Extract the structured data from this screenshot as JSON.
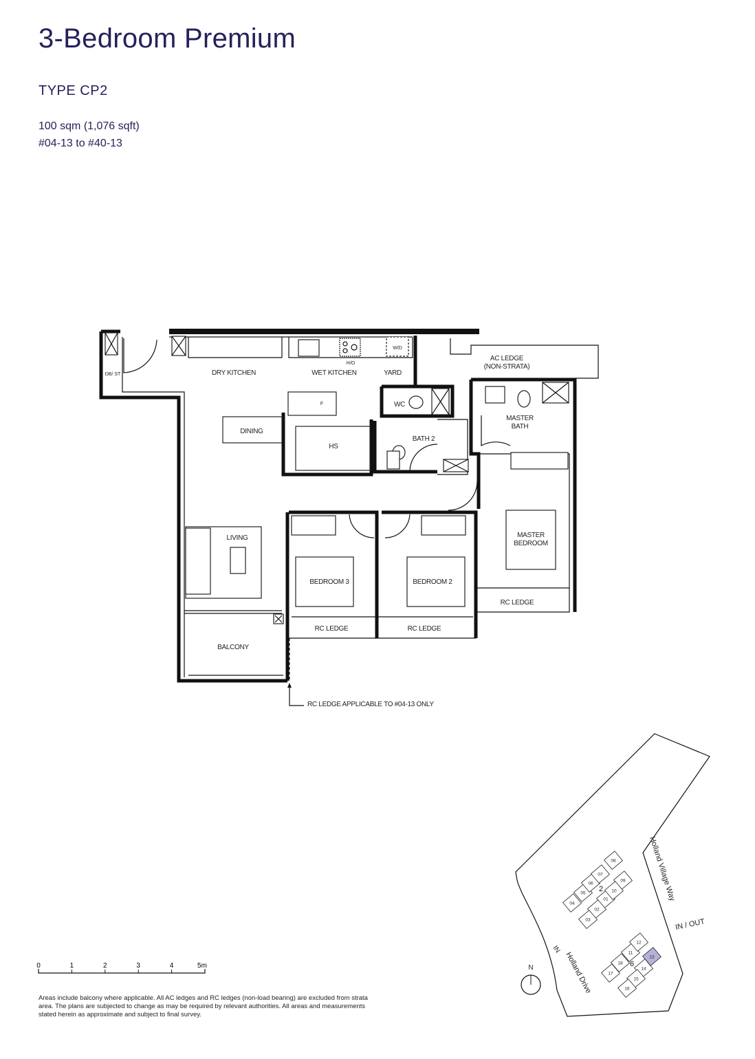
{
  "header": {
    "title": "3-Bedroom Premium",
    "type": "TYPE CP2",
    "area": "100 sqm (1,076 sqft)",
    "units": "#04-13 to #40-13"
  },
  "colors": {
    "heading": "#24215a",
    "highlight": "#b4b1da"
  },
  "plan": {
    "rooms": {
      "db_st": "DB/ ST",
      "dry_kitchen": "DRY KITCHEN",
      "wet_kitchen": "WET KITCHEN",
      "yard": "YARD",
      "wd": "W/D",
      "ho": "H/O",
      "ac_ledge_1": "AC LEDGE",
      "ac_ledge_2": "(NON-STRATA)",
      "wc": "WC",
      "fridge": "F",
      "dining": "DINING",
      "hs": "HS",
      "bath2": "BATH 2",
      "master_bath_1": "MASTER",
      "master_bath_2": "BATH",
      "living": "LIVING",
      "bedroom3": "BEDROOM 3",
      "bedroom2": "BEDROOM 2",
      "master_bedroom_1": "MASTER",
      "master_bedroom_2": "BEDROOM",
      "rc_ledge_master": "RC LEDGE",
      "rc_ledge_b3": "RC LEDGE",
      "rc_ledge_b2": "RC LEDGE",
      "balcony": "BALCONY"
    },
    "note": "RC LEDGE APPLICABLE TO #04-13 ONLY"
  },
  "site_map": {
    "roads": {
      "holland_village_way": "Holland Village Way",
      "holland_drive": "Holland Drive"
    },
    "entrances": {
      "in": "IN",
      "in_out": "IN / OUT"
    },
    "north": "N",
    "block_2": {
      "label": "2",
      "units": [
        "01",
        "02",
        "03",
        "04",
        "05",
        "06",
        "07",
        "08",
        "09",
        "10"
      ]
    },
    "block_6": {
      "label": "6",
      "units": [
        "11",
        "12",
        "13",
        "14",
        "15",
        "16",
        "17",
        "18"
      ]
    },
    "highlighted_unit": "13"
  },
  "scale_bar": {
    "ticks": [
      "0",
      "1",
      "2",
      "3",
      "4",
      "5m"
    ]
  },
  "disclaimer": "Areas include balcony where applicable. All AC ledges and RC ledges (non-load bearing) are excluded from strata area. The plans are subjected to change as may be required by relevant authorities. All areas and measurements stated herein as approximate and subject to final survey."
}
